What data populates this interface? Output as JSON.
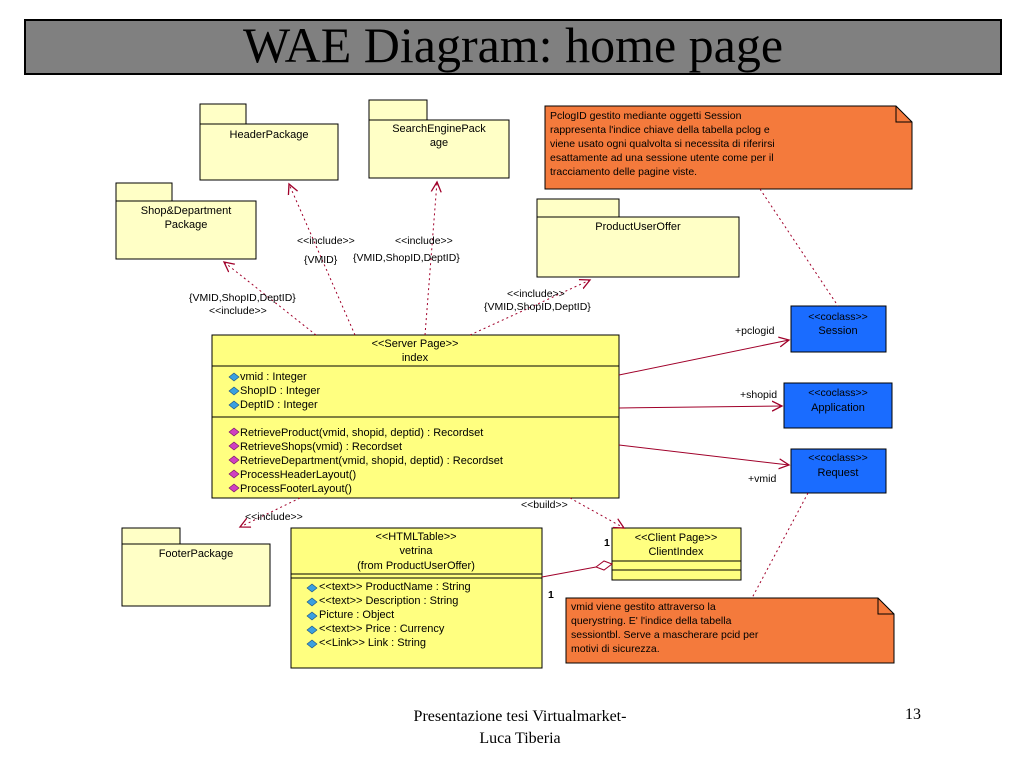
{
  "title": "WAE Diagram: home page",
  "footer": {
    "line1": "Presentazione tesi Virtualmarket-",
    "line2": "Luca Tiberia",
    "page": "13"
  },
  "packages": {
    "header": "HeaderPackage",
    "search_line1": "SearchEnginePack",
    "search_line2": "age",
    "shop_line1": "Shop&Department",
    "shop_line2": "Package",
    "product": "ProductUserOffer",
    "footer": "FooterPackage"
  },
  "notes": {
    "top": [
      "PclogID gestito mediante oggetti Session",
      "rappresenta l'indice chiave della tabella pclog e",
      "viene usato ogni qualvolta si necessita di riferirsi",
      "esattamente ad una sessione utente come per il",
      "tracciamento delle pagine viste."
    ],
    "bottom": [
      "vmid viene gestito attraverso la",
      "querystring. E' l'indice della tabella",
      "sessiontbl. Serve a mascherare pcid per",
      "motivi di sicurezza."
    ]
  },
  "index_class": {
    "stereotype": "<<Server Page>>",
    "name": "index",
    "attributes": [
      "vmid : Integer",
      "ShopID : Integer",
      "DeptID : Integer"
    ],
    "operations": [
      "RetrieveProduct(vmid, shopid, deptid) : Recordset",
      "RetrieveShops(vmid) : Recordset",
      "RetrieveDepartment(vmid, shopid, deptid) : Recordset",
      "ProcessHeaderLayout()",
      "ProcessFooterLayout()"
    ]
  },
  "vetrina_class": {
    "stereotype": "<<HTMLTable>>",
    "name": "vetrina",
    "from": "(from ProductUserOffer)",
    "attributes": [
      "<<text>> ProductName : String",
      "<<text>> Description : String",
      "Picture : Object",
      "<<text>> Price : Currency",
      "<<Link>> Link : String"
    ]
  },
  "client_class": {
    "stereotype": "<<Client Page>>",
    "name": "ClientIndex"
  },
  "coclasses": {
    "session": {
      "stereotype": "<<coclass>>",
      "name": "Session",
      "role": "+pclogid"
    },
    "application": {
      "stereotype": "<<coclass>>",
      "name": "Application",
      "role": "+shopid"
    },
    "request": {
      "stereotype": "<<coclass>>",
      "name": "Request",
      "role": "+vmid"
    }
  },
  "labels": {
    "include_header": "<<include>>",
    "vmid_param": "{VMID}",
    "include_search": "<<include>>",
    "search_params": "{VMID,ShopID,DeptID}",
    "shop_params": "{VMID,ShopID,DeptID}",
    "include_shop": "<<include>>",
    "include_product": "<<include>>",
    "product_params": "{VMID,ShopID,DeptID}",
    "include_footer": "<<include>>",
    "build": "<<build>>",
    "mult_client": "1",
    "mult_vetrina": "1"
  },
  "colors": {
    "package_fill": "#ffffc6",
    "class_fill": "#ffff80",
    "note_fill": "#f47a3c",
    "coclass_fill": "#1a6cff",
    "assoc_line": "#a0002a",
    "dep_line": "#a0002a"
  }
}
